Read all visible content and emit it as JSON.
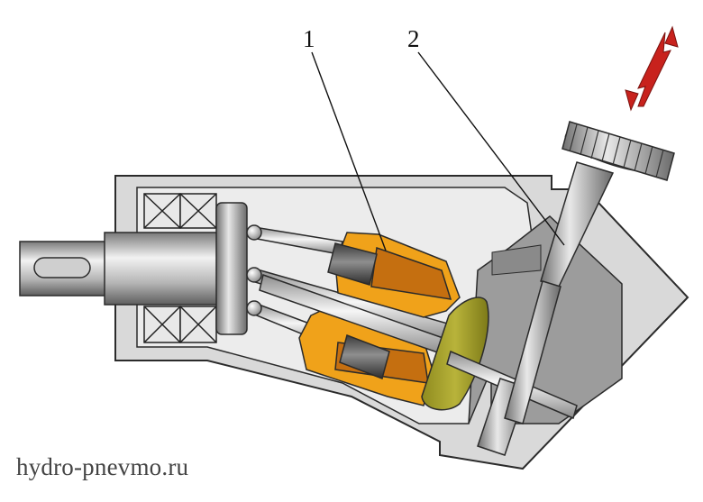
{
  "diagram": {
    "callouts": [
      {
        "label": "1"
      },
      {
        "label": "2"
      }
    ],
    "watermark": "hydro-pnevmo.ru",
    "colors": {
      "housing_fill": "#d9d9d9",
      "housing_outline": "#2b2b2b",
      "block_orange": "#f0a21a",
      "block_orange_dark": "#c56f10",
      "swash_plate": "#a8a32a",
      "steel_light": "#e6e6e6",
      "steel_mid": "#9a9a9a",
      "steel_dark": "#3a3a3a",
      "arrow_red": "#c8221d"
    },
    "icons": [
      "adjustment-direction-arrow-icon"
    ]
  }
}
